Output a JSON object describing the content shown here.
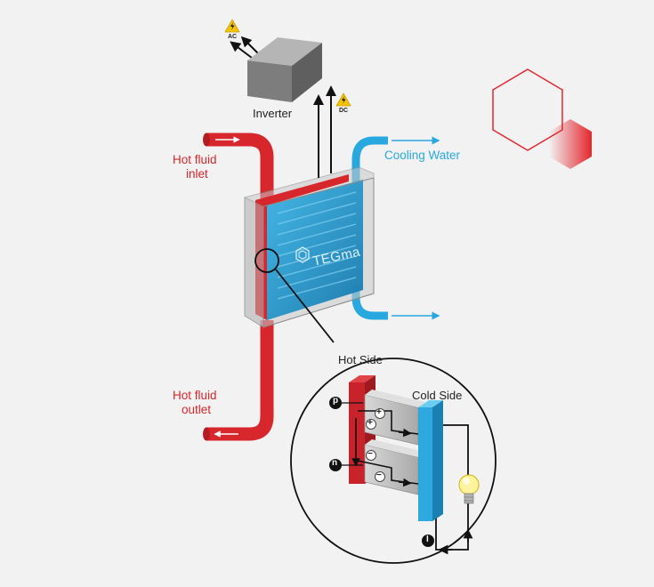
{
  "labels": {
    "inverter": "Inverter",
    "ac": "AC",
    "dc": "DC",
    "hot_inlet_line1": "Hot fluid",
    "hot_inlet_line2": "inlet",
    "hot_outlet_line1": "Hot fluid",
    "hot_outlet_line2": "outlet",
    "cooling_water": "Cooling Water",
    "hot_side": "Hot Side",
    "cold_side": "Cold Side",
    "brand": "TEGma",
    "p_marker": "p",
    "n_marker": "n",
    "i_marker": "I",
    "plus": "+",
    "minus": "−"
  },
  "icons": [
    "high-voltage-warning-icon",
    "light-bulb-icon",
    "tegma-logo-icon",
    "hexagon-logo-icon"
  ],
  "colors": {
    "hot": "#d7262c",
    "cold": "#29a8df",
    "inverter": "#8a8a8a",
    "warning": "#f5c400",
    "background": "#f2f2f2"
  }
}
